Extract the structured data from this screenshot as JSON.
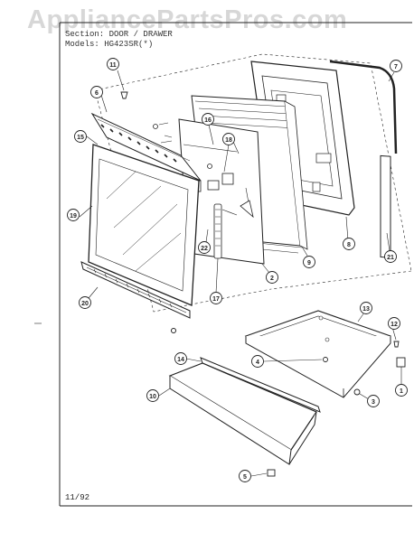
{
  "watermark": "AppliancePartsPros.com",
  "header": {
    "line1": "Section: DOOR / DRAWER",
    "line2": "Models: HG423SR(*)"
  },
  "footer": {
    "date": "11/92"
  },
  "callouts": {
    "c1": "1",
    "c2": "2",
    "c3": "3",
    "c4": "4",
    "c5": "5",
    "c6": "6",
    "c7": "7",
    "c8": "8",
    "c9": "9",
    "c10": "10",
    "c11": "11",
    "c12": "12",
    "c13": "13",
    "c14": "14",
    "c15": "15",
    "c16": "16",
    "c17": "17",
    "c18": "18",
    "c19": "19",
    "c20": "20",
    "c21": "21",
    "c22": "22"
  }
}
